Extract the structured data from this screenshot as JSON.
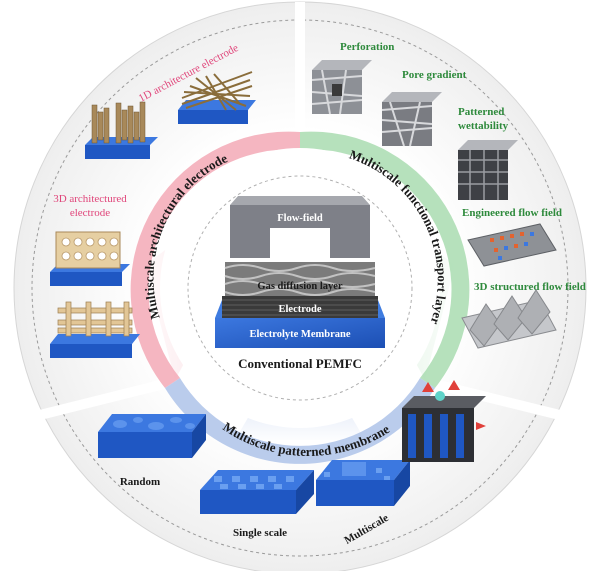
{
  "center": {
    "title": "Conventional PEMFC",
    "layers": {
      "flow_field": "Flow-field",
      "gdl": "Gas diffusion layer",
      "electrode": "Electrode",
      "membrane": "Electrolyte Membrane"
    }
  },
  "bands": {
    "left": "Multiscale architectural electrode",
    "right": "Multiscale functional transport layer",
    "bottom": "Multiscale patterned membrane"
  },
  "left_items": {
    "arch_1d": "1D architecture electrode",
    "arch_3d_line1": "3D architectured",
    "arch_3d_line2": "electrode"
  },
  "right_items": {
    "perforation": "Perforation",
    "pore_gradient": "Pore gradient",
    "patterned_line1": "Patterned",
    "patterned_line2": "wettability",
    "engineered_flow": "Engineered flow field",
    "structured_flow": "3D structured flow field"
  },
  "bottom_items": {
    "random": "Random",
    "single_scale": "Single scale",
    "multiscale": "Multiscale"
  },
  "colors": {
    "pink": "#e0457a",
    "green": "#2e8a3c",
    "blue": "#1f57c3",
    "band_pink": "#f3a9b6",
    "band_green": "#a9dcb0",
    "band_blue": "#b3c6ea"
  }
}
